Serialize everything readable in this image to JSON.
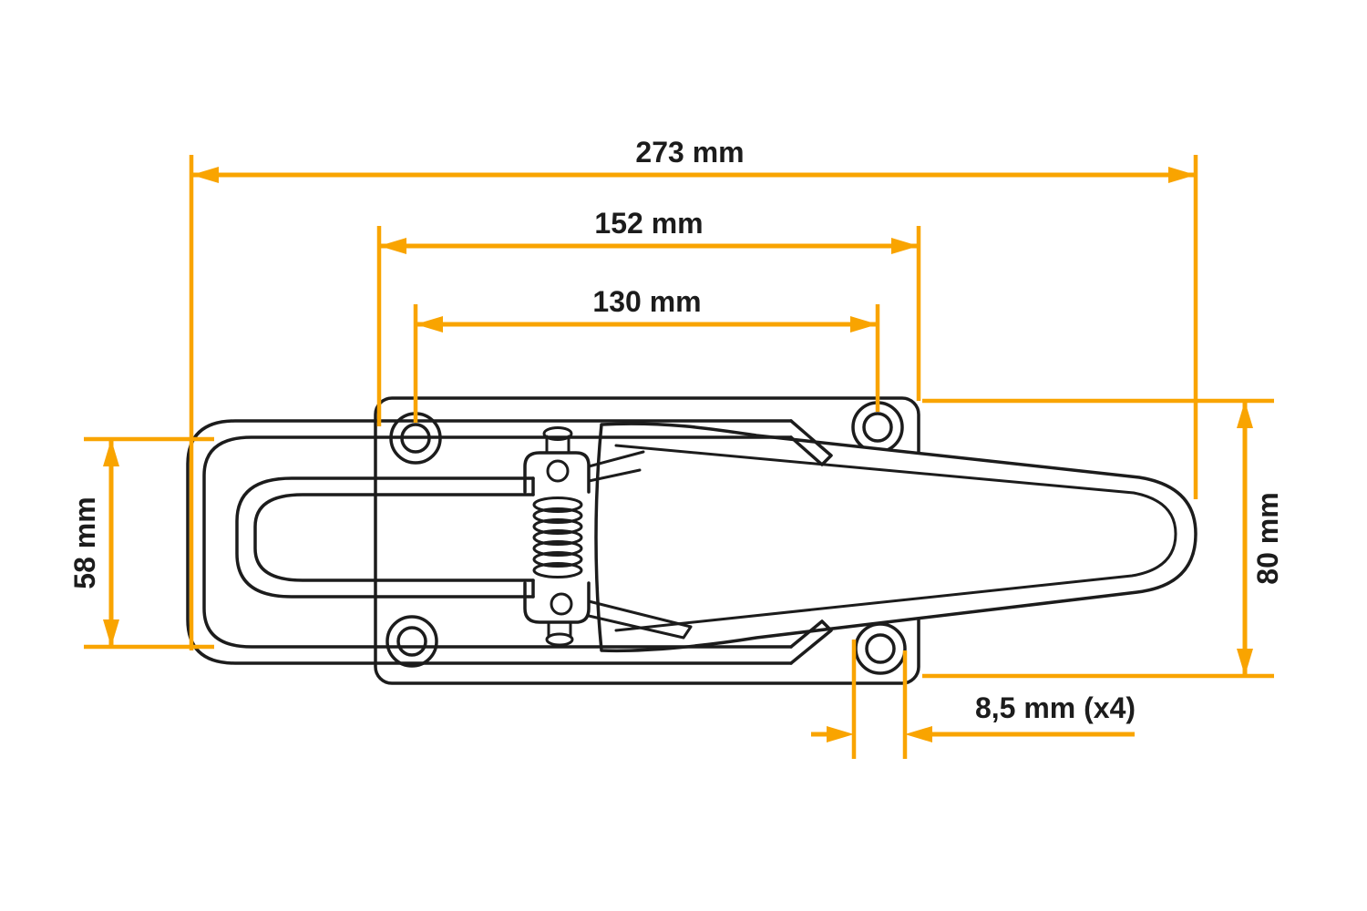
{
  "colors": {
    "accent": "#F9A400",
    "ink": "#1C1C1C",
    "background": "#FFFFFF"
  },
  "dimensions": {
    "overall_length": {
      "label": "273 mm",
      "value_mm": 273
    },
    "base_length": {
      "label": "152 mm",
      "value_mm": 152
    },
    "hole_spacing": {
      "label": "130 mm",
      "value_mm": 130
    },
    "loop_height": {
      "label": "58 mm",
      "value_mm": 58
    },
    "base_height": {
      "label": "80 mm",
      "value_mm": 80
    },
    "hole_diameter": {
      "label": "8,5 mm (x4)",
      "value_mm": 8.5,
      "count": 4
    }
  }
}
